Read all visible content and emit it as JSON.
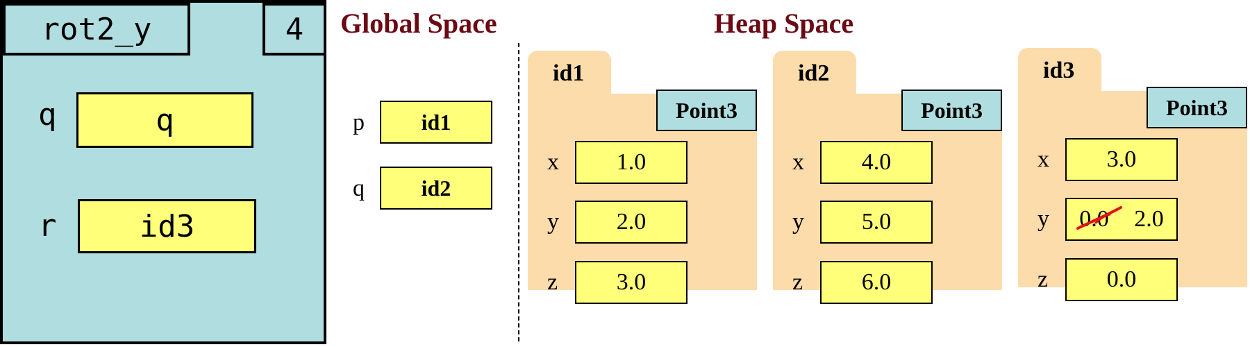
{
  "frame": {
    "name": "rot2_y",
    "line": "4",
    "vars": [
      {
        "name": "q",
        "value": "q"
      },
      {
        "name": "r",
        "value": "id3"
      }
    ]
  },
  "global": {
    "title": "Global Space",
    "vars": [
      {
        "name": "p",
        "value": "id1"
      },
      {
        "name": "q",
        "value": "id2"
      }
    ]
  },
  "heap": {
    "title": "Heap Space",
    "objects": [
      {
        "id": "id1",
        "class": "Point3",
        "fields": [
          {
            "name": "x",
            "value": "1.0"
          },
          {
            "name": "y",
            "value": "2.0"
          },
          {
            "name": "z",
            "value": "3.0"
          }
        ]
      },
      {
        "id": "id2",
        "class": "Point3",
        "fields": [
          {
            "name": "x",
            "value": "4.0"
          },
          {
            "name": "y",
            "value": "5.0"
          },
          {
            "name": "z",
            "value": "6.0"
          }
        ]
      },
      {
        "id": "id3",
        "class": "Point3",
        "fields": [
          {
            "name": "x",
            "value": "3.0"
          },
          {
            "name": "y",
            "old_value": "0.0",
            "value": "2.0"
          },
          {
            "name": "z",
            "value": "0.0"
          }
        ]
      }
    ]
  },
  "colors": {
    "frame": "#b0dde0",
    "value_box": "#ffff7a",
    "object": "#fddcac",
    "header": "#6b0a14",
    "strike": "#e0121b"
  }
}
